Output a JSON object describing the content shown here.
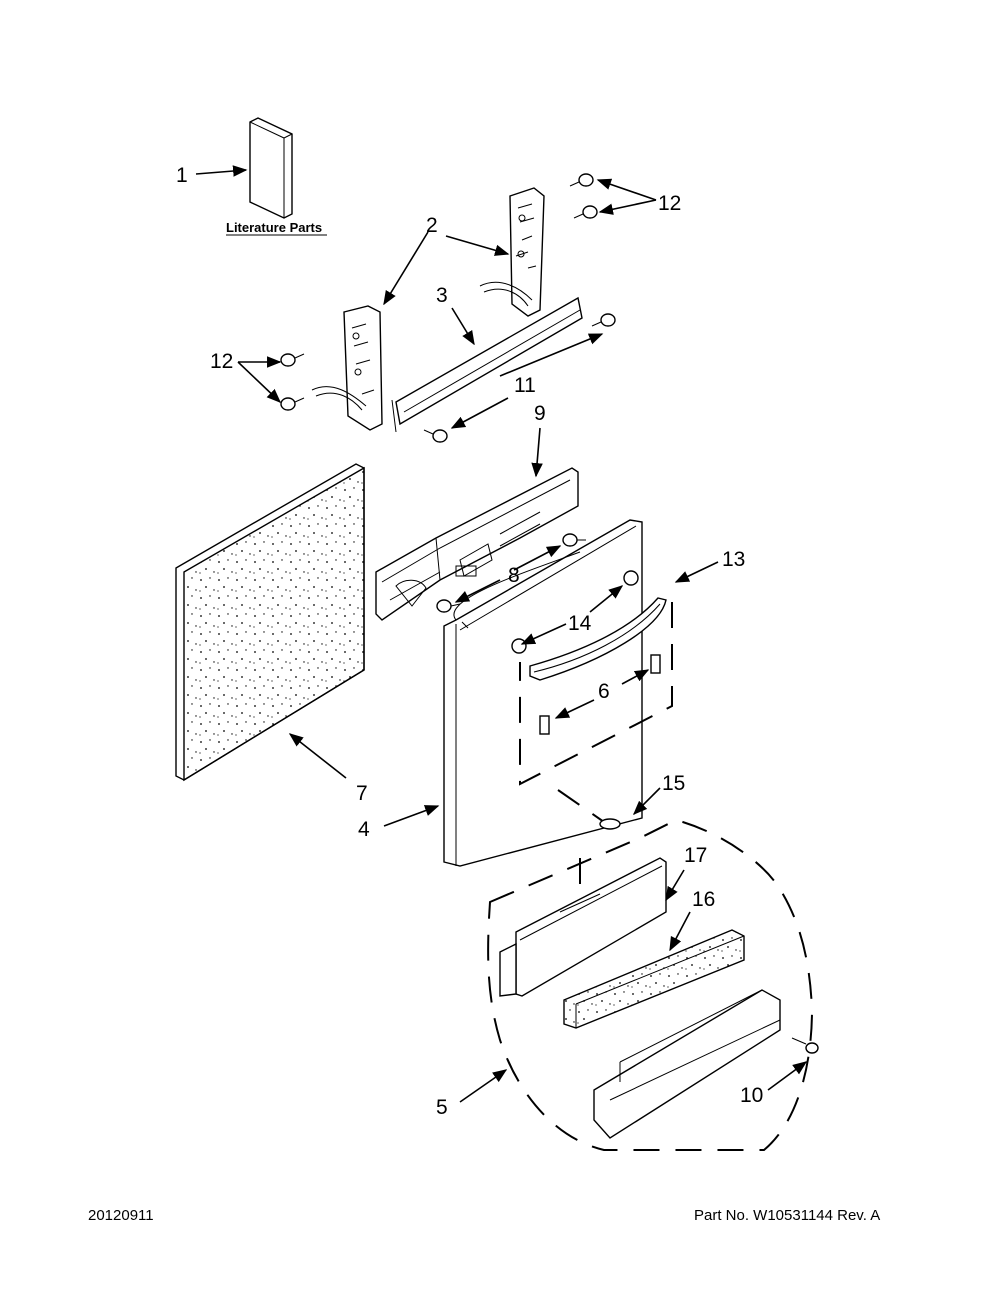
{
  "literature_label": "Literature Parts",
  "callouts": {
    "c1": "1",
    "c2": "2",
    "c3": "3",
    "c4": "4",
    "c5": "5",
    "c6": "6",
    "c7": "7",
    "c8": "8",
    "c9": "9",
    "c10": "10",
    "c11": "11",
    "c12a": "12",
    "c12b": "12",
    "c13": "13",
    "c14": "14",
    "c15": "15",
    "c16": "16",
    "c17": "17"
  },
  "footer": {
    "date_code": "20120911",
    "part_number": "Part No.  W10531144  Rev.  A"
  }
}
